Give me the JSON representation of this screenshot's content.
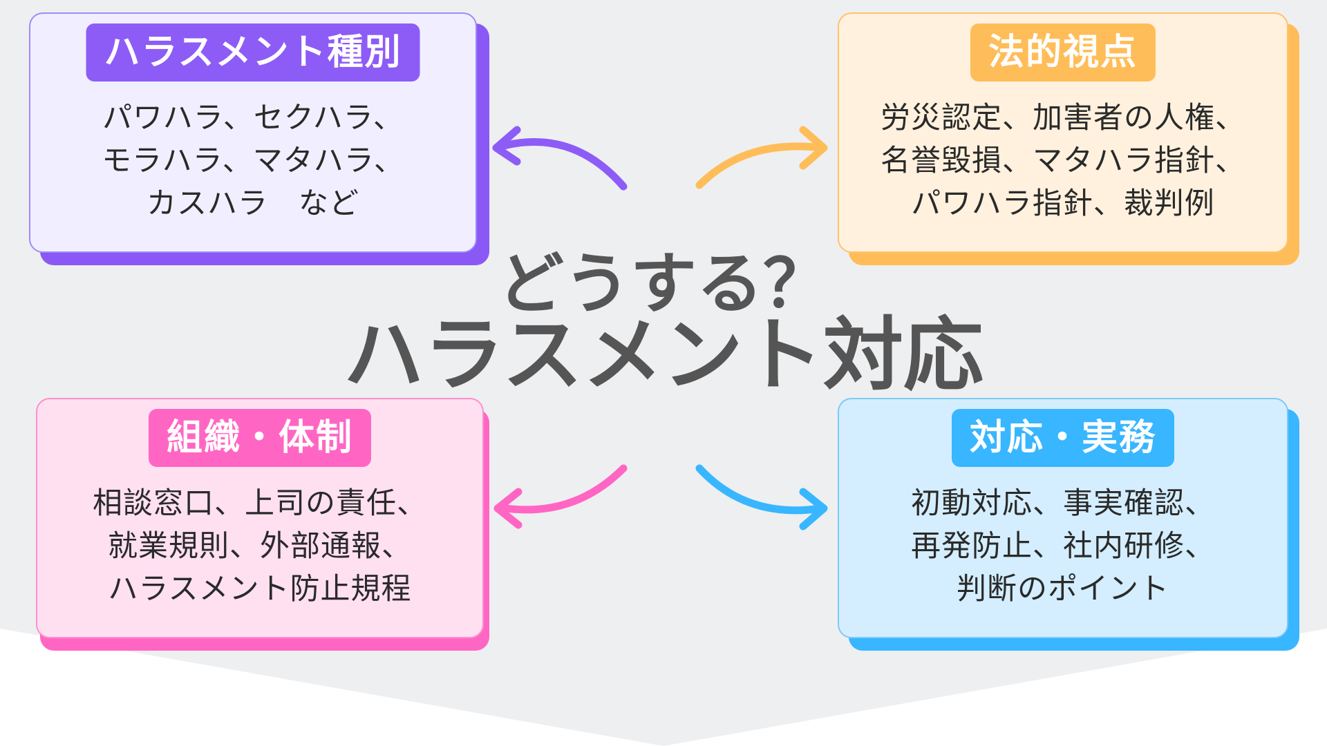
{
  "center_title": {
    "line1": "どうする？",
    "line2": "ハラスメント対応"
  },
  "cards": {
    "harassment_types": {
      "title": "ハラスメント種別",
      "lines": [
        "パワハラ、セクハラ、",
        "モラハラ、マタハラ、",
        "カスハラ　など"
      ],
      "color": "#8d5cf6"
    },
    "legal": {
      "title": "法的視点",
      "lines": [
        "労災認定、加害者の人権、",
        "名誉毀損、マタハラ指針、",
        "パワハラ指針、裁判例"
      ],
      "color": "#ffbd59"
    },
    "organization": {
      "title": "組織・体制",
      "lines": [
        "相談窓口、上司の責任、",
        "就業規則、外部通報、",
        "ハラスメント防止規程"
      ],
      "color": "#ff66c4"
    },
    "practice": {
      "title": "対応・実務",
      "lines": [
        "初動対応、事実確認、",
        "再発防止、社内研修、",
        "判断のポイント"
      ],
      "color": "#38b6ff"
    }
  },
  "colors": {
    "background_band": "#eeeff1",
    "title_text": "#555555"
  }
}
